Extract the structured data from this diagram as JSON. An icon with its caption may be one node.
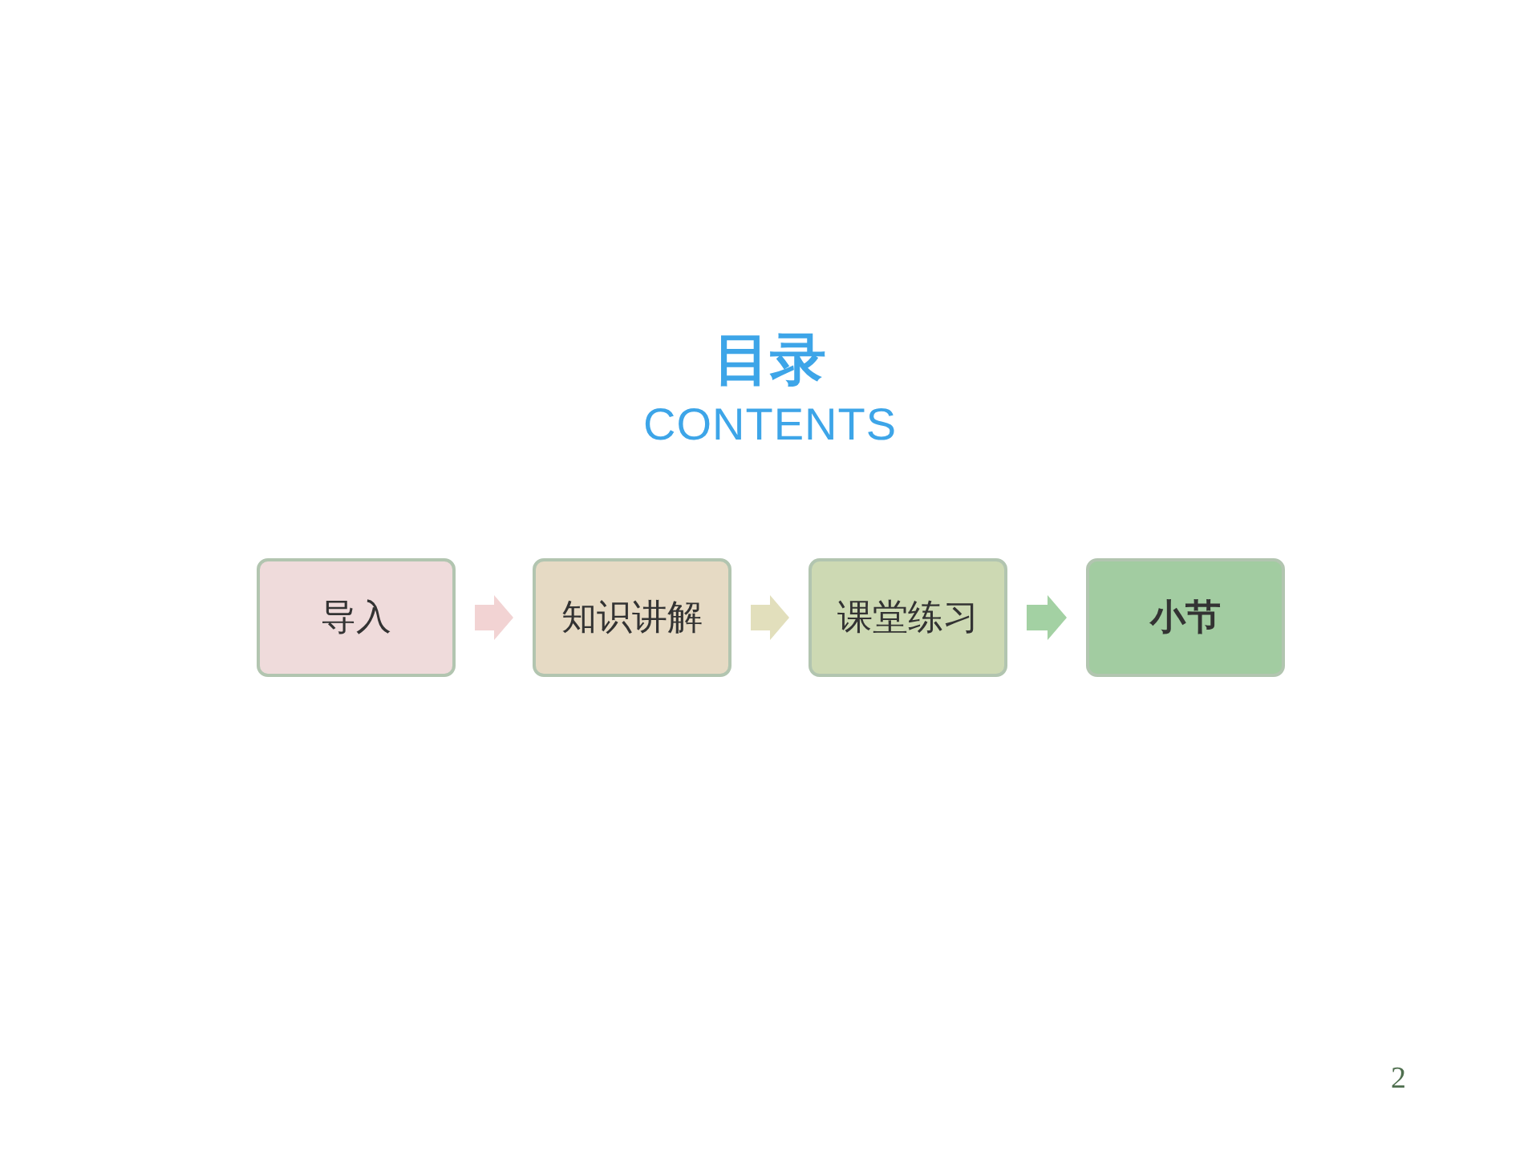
{
  "diagram": {
    "title": "目录",
    "nodes": [
      {
        "text": [
          "导入"
        ]
      },
      {
        "text": [
          "知识讲解"
        ]
      },
      {
        "text": [
          "课堂练习"
        ]
      },
      {
        "text": [
          "小节"
        ]
      }
    ],
    "edges": [
      {
        "from": 0,
        "to": 1,
        "arrow": "to",
        "color": "#f2d3d3"
      },
      {
        "from": 1,
        "to": 2,
        "arrow": "to",
        "color": "#e2dfbc"
      },
      {
        "from": 2,
        "to": 3,
        "arrow": "to",
        "color": "#a3d1a3"
      }
    ],
    "labels": [
      "CONTENTS",
      "2"
    ]
  }
}
